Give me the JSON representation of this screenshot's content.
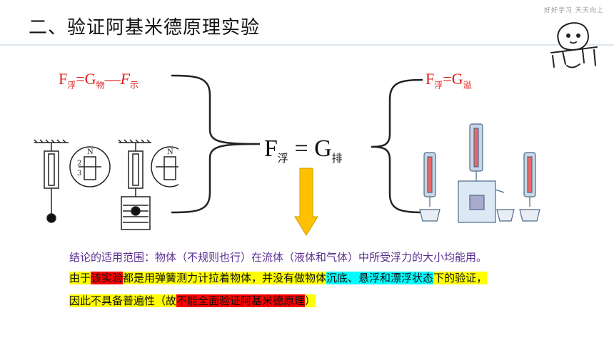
{
  "header": {
    "title": "二、验证阿基米德原理实验",
    "corner_caption": "好好学习  天天向上"
  },
  "formula_left": {
    "F": "F",
    "sub_float": "浮",
    "eq": "=G",
    "sub_object": "物",
    "minus": "—",
    "F2": "F",
    "sub_shown": "示"
  },
  "formula_right": {
    "F": "F",
    "sub_float": "浮",
    "eq": "=G",
    "sub_overflow": "溢"
  },
  "formula_center": {
    "F": "F",
    "sub_float": "浮",
    "eq": " = G",
    "sub_displaced": "排"
  },
  "scale_digits": {
    "top": "2",
    "mid": "3",
    "n": "N"
  },
  "conclusion": {
    "text": "结论的适用范围：物体（不规则也行）在流体（液体和气体）中所受浮力的大小均能用。"
  },
  "note_line2": {
    "p1": "由于",
    "p2": "该实验",
    "p3": "都是用弹簧测力计拉着物体，并没有做物体",
    "p4": "沉底、悬浮和漂浮状态",
    "p5": "下的验证，"
  },
  "note_line3": {
    "p1": "因此不具备普遍性（故",
    "p2": "不能全面验证阿基米德原理",
    "p3": "）"
  },
  "colors": {
    "accent_red": "#e0201a",
    "arrow_yellow": "#ffc000",
    "purple": "#5b2e91"
  }
}
